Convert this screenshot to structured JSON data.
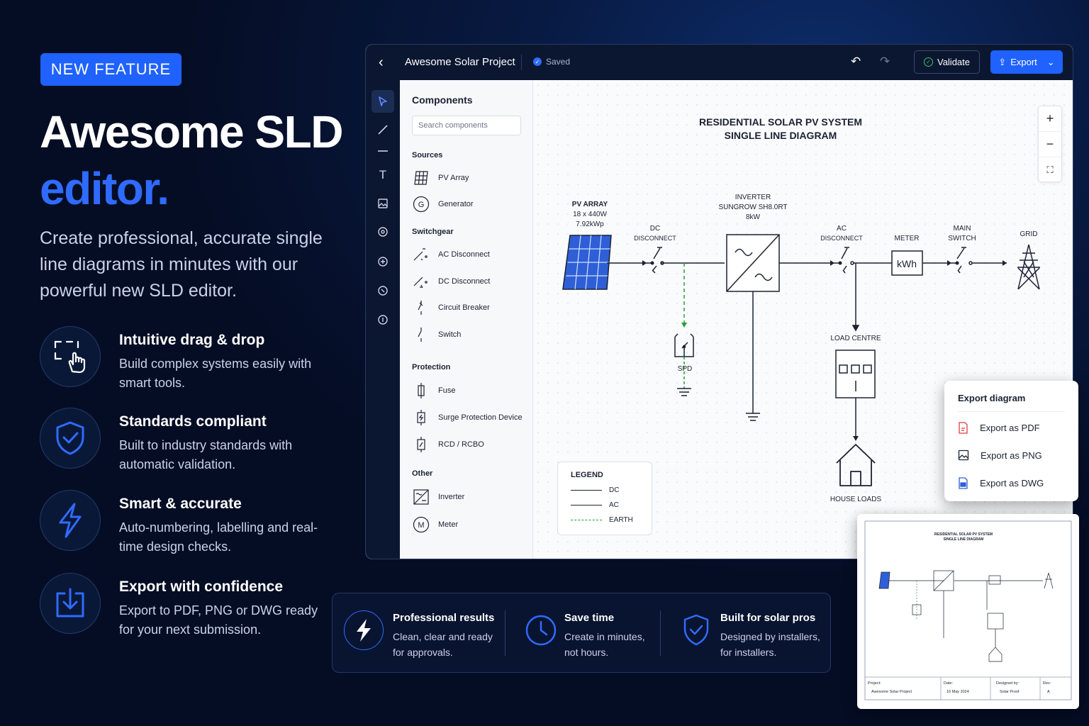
{
  "badge": "NEW FEATURE",
  "hero": {
    "title_line1": "Awesome SLD",
    "title_line2": "editor.",
    "subtitle": "Create professional, accurate single line diagrams in minutes with our powerful new SLD editor."
  },
  "features": [
    {
      "icon": "drag-drop-icon",
      "title": "Intuitive drag & drop",
      "desc": "Build complex systems easily with smart tools."
    },
    {
      "icon": "shield-check-icon",
      "title": "Standards compliant",
      "desc": "Built to industry standards with automatic validation."
    },
    {
      "icon": "lightning-icon",
      "title": "Smart & accurate",
      "desc": "Auto-numbering, labelling and real-time design checks."
    },
    {
      "icon": "download-icon",
      "title": "Export with confidence",
      "desc": "Export to PDF, PNG or DWG ready for your next submission."
    }
  ],
  "app": {
    "back": "‹",
    "project_title": "Awesome Solar Project",
    "saved": "Saved",
    "validate": "Validate",
    "export": "Export",
    "panel": {
      "heading": "Components",
      "search_placeholder": "Search components",
      "sections": [
        {
          "title": "Sources",
          "items": [
            "PV Array",
            "Generator"
          ]
        },
        {
          "title": "Switchgear",
          "items": [
            "AC Disconnect",
            "DC Disconnect",
            "Circuit Breaker",
            "Switch"
          ]
        },
        {
          "title": "Protection",
          "items": [
            "Fuse",
            "Surge Protection Device",
            "RCD / RCBO"
          ]
        },
        {
          "title": "Other",
          "items": [
            "Inverter",
            "Meter"
          ]
        }
      ],
      "generator_symbol": "G",
      "meter_symbol": "M"
    },
    "diagram": {
      "title_line1": "RESIDENTIAL SOLAR PV SYSTEM",
      "title_line2": "SINGLE LINE DIAGRAM",
      "pv_label1": "PV ARRAY",
      "pv_label2": "18 x 440W",
      "pv_label3": "7.92kWp",
      "dc_disc1": "DC",
      "dc_disc2": "DISCONNECT",
      "inv_label1": "INVERTER",
      "inv_label2": "SUNGROW SH8.0RT",
      "inv_label3": "8kW",
      "ac_disc1": "AC",
      "ac_disc2": "DISCONNECT",
      "meter_label": "METER",
      "meter_text": "kWh",
      "main_switch1": "MAIN",
      "main_switch2": "SWITCH",
      "grid_label": "GRID",
      "spd_label": "SPD",
      "load_centre": "LOAD CENTRE",
      "house_loads": "HOUSE LOADS"
    },
    "legend": {
      "title": "LEGEND",
      "rows": [
        "DC",
        "AC",
        "EARTH"
      ]
    },
    "zoom": {
      "in": "+",
      "out": "−",
      "fit": "⛶"
    }
  },
  "export_menu": {
    "title": "Export diagram",
    "items": [
      "Export as PDF",
      "Export as PNG",
      "Export as DWG"
    ]
  },
  "preview": {
    "title_line1": "RESIDENTIAL SOLAR PV SYSTEM",
    "title_line2": "SINGLE LINE DIAGRAM",
    "footer": [
      {
        "label": "Project:",
        "value": "Awesome Solar Project"
      },
      {
        "label": "Date:",
        "value": "16 May 2024"
      },
      {
        "label": "Designed by:",
        "value": "Solar Proof"
      },
      {
        "label": "Rev:",
        "value": "A"
      }
    ]
  },
  "stats": [
    {
      "icon": "lightning-icon",
      "title": "Professional results",
      "desc": "Clean, clear and ready for approvals."
    },
    {
      "icon": "clock-icon",
      "title": "Save time",
      "desc": "Create in minutes, not hours."
    },
    {
      "icon": "shield-check-icon",
      "title": "Built for solar pros",
      "desc": "Designed by installers, for installers."
    }
  ],
  "colors": {
    "accent": "#1f62ff",
    "earth": "#2a9b3a",
    "background": "#050d24"
  }
}
